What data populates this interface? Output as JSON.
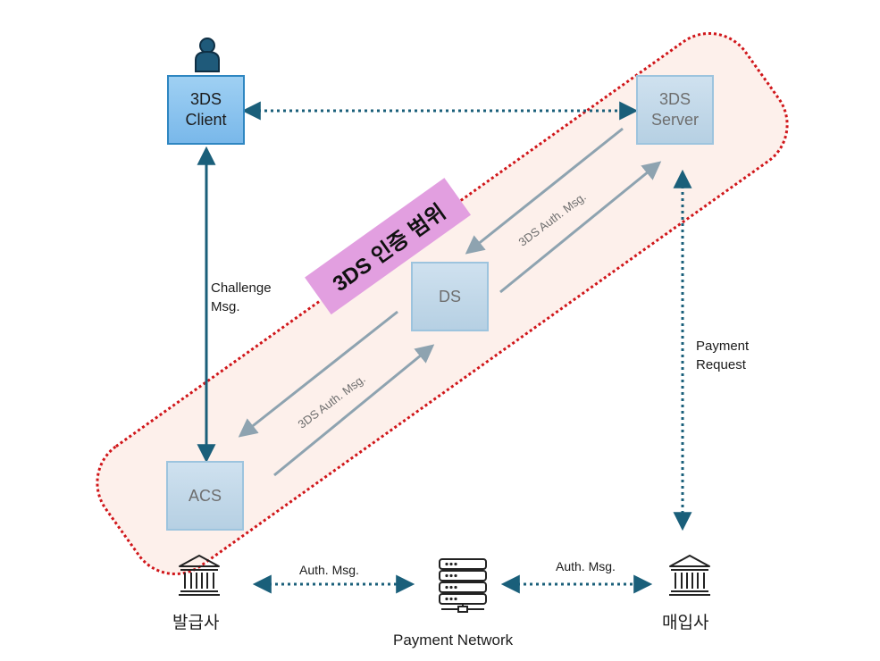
{
  "scope_banner": "3DS 인증 범위",
  "nodes": {
    "client": "3DS\nClient",
    "server": "3DS\nServer",
    "ds": "DS",
    "acs": "ACS"
  },
  "edge_labels": {
    "challenge": "Challenge\nMsg.",
    "payment_request": "Payment\nRequest",
    "auth_upper": "3DS Auth. Msg.",
    "auth_lower": "3DS Auth. Msg.",
    "auth_left": "Auth. Msg.",
    "auth_right": "Auth. Msg."
  },
  "entities": {
    "issuer": "발급사",
    "acquirer": "매입사",
    "network": "Payment Network"
  },
  "icons": {
    "user": "user-icon",
    "issuer_bank": "bank-icon",
    "acquirer_bank": "bank-icon",
    "network": "server-rack-icon"
  },
  "colors": {
    "scope_border": "#d0161a",
    "scope_fill": "#fdf0eb",
    "banner": "#e29fe0",
    "dark_arrow": "#1a5f7a",
    "grey_arrow": "#8ea3b0",
    "client_box": "#86c1ed",
    "faded_box": "#c3d8e8"
  }
}
